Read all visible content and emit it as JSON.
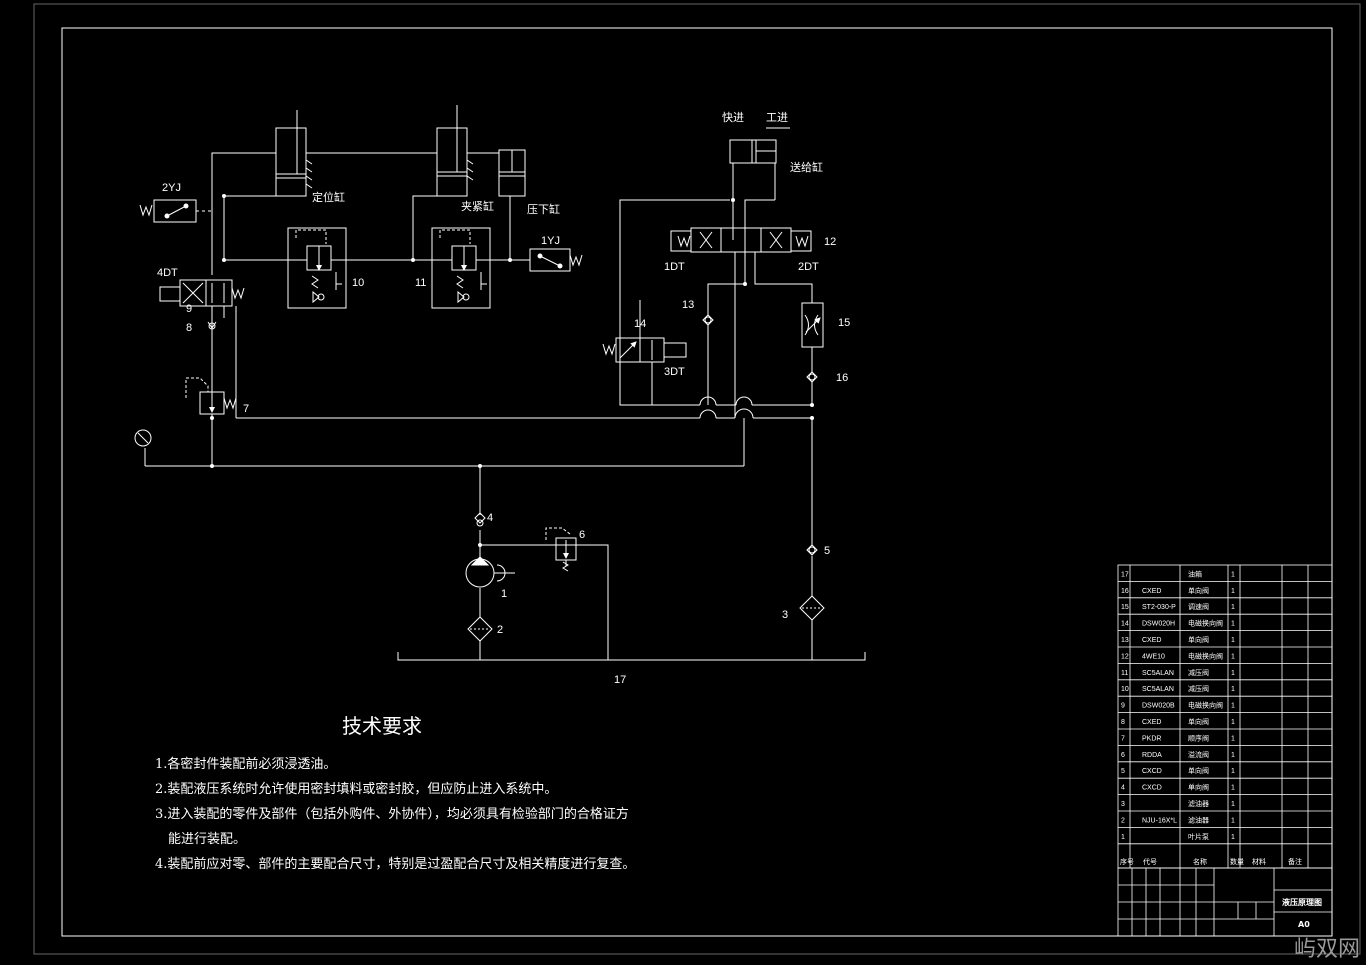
{
  "component_labels": {
    "l1": "1",
    "l2": "2",
    "l3": "3",
    "l4": "4",
    "l5": "5",
    "l6": "6",
    "l7": "7",
    "l8": "8",
    "l9": "9",
    "l10": "10",
    "l11": "11",
    "l12": "12",
    "l13": "13",
    "l14": "14",
    "l15": "15",
    "l16": "16",
    "l17": "17"
  },
  "signal_labels": {
    "yj2": "2YJ",
    "yj1": "1YJ",
    "dt4": "4DT",
    "dt1": "1DT",
    "dt2": "2DT",
    "dt3": "3DT",
    "w": "W"
  },
  "cylinder_labels": {
    "positioning": "定位缸",
    "clamping": "夹紧缸",
    "pressing": "压下缸",
    "feed": "送给缸",
    "fast": "快进",
    "work": "工进"
  },
  "requirements": {
    "title": "技术要求",
    "item1": "1.各密封件装配前必须浸透油。",
    "item2": "2.装配液压系统时允许使用密封填料或密封胶，但应防止进入系统中。",
    "item3a": "3.进入装配的零件及部件（包括外购件、外协件），均必须具有检验部门的合格证方",
    "item3b": "能进行装配。",
    "item4": "4.装配前应对零、部件的主要配合尺寸，特别是过盈配合尺寸及相关精度进行复查。"
  },
  "bom_rows": [
    {
      "no": "17",
      "code": "",
      "name": "油箱",
      "qty": "1"
    },
    {
      "no": "16",
      "code": "CXED",
      "name": "单向阀",
      "qty": "1"
    },
    {
      "no": "15",
      "code": "ST2-030-P",
      "name": "调速阀",
      "qty": "1"
    },
    {
      "no": "14",
      "code": "DSW020H",
      "name": "电磁换向阀",
      "qty": "1"
    },
    {
      "no": "13",
      "code": "CXED",
      "name": "单向阀",
      "qty": "1"
    },
    {
      "no": "12",
      "code": "4WE10",
      "name": "电磁换向阀",
      "qty": "1"
    },
    {
      "no": "11",
      "code": "SC5ALAN",
      "name": "减压阀",
      "qty": "1"
    },
    {
      "no": "10",
      "code": "SC5ALAN",
      "name": "减压阀",
      "qty": "1"
    },
    {
      "no": "9",
      "code": "DSW020B",
      "name": "电磁换向阀",
      "qty": "1"
    },
    {
      "no": "8",
      "code": "CXED",
      "name": "单向阀",
      "qty": "1"
    },
    {
      "no": "7",
      "code": "PKDR",
      "name": "顺序阀",
      "qty": "1"
    },
    {
      "no": "6",
      "code": "RDDA",
      "name": "溢流阀",
      "qty": "1"
    },
    {
      "no": "5",
      "code": "CXCD",
      "name": "单向阀",
      "qty": "1"
    },
    {
      "no": "4",
      "code": "CXCD",
      "name": "单向阀",
      "qty": "1"
    },
    {
      "no": "3",
      "code": "",
      "name": "滤油器",
      "qty": "1"
    },
    {
      "no": "2",
      "code": "NJU-16X*L",
      "name": "滤油器",
      "qty": "1"
    },
    {
      "no": "1",
      "code": "",
      "name": "叶片泵",
      "qty": "1"
    }
  ],
  "bom_header": {
    "no": "序号",
    "code": "代号",
    "name": "名称",
    "qty": "数量",
    "material": "材料",
    "note": "备注"
  },
  "title_block": {
    "name": "液压原理图",
    "size": "A0"
  },
  "watermark": "屿双网"
}
